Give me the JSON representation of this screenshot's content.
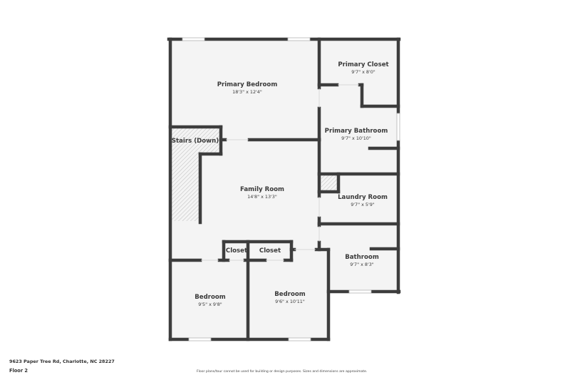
{
  "colors": {
    "wall": "#3d3d3d",
    "floor": "#f4f4f4",
    "window": "#ffffff",
    "hatch": "#bdbdbd",
    "text": "#3a3a3a"
  },
  "rooms": {
    "primary_bedroom": {
      "name": "Primary Bedroom",
      "dims": "18'3\" x 12'4\""
    },
    "primary_closet": {
      "name": "Primary Closet",
      "dims": "9'7\" x 8'0\""
    },
    "primary_bathroom": {
      "name": "Primary Bathroom",
      "dims": "9'7\" x 10'10\""
    },
    "stairs": {
      "name": "Stairs (Down)"
    },
    "family_room": {
      "name": "Family Room",
      "dims": "14'8\" x 13'3\""
    },
    "laundry_room": {
      "name": "Laundry Room",
      "dims": "9'7\" x 5'9\""
    },
    "bathroom": {
      "name": "Bathroom",
      "dims": "9'7\" x 8'3\""
    },
    "closet_1": {
      "name": "Closet"
    },
    "closet_2": {
      "name": "Closet"
    },
    "bedroom_1": {
      "name": "Bedroom",
      "dims": "9'5\" x 9'8\""
    },
    "bedroom_2": {
      "name": "Bedroom",
      "dims": "9'6\" x 10'11\""
    }
  },
  "footer": {
    "address": "9623 Paper Tree Rd, Charlotte, NC 28227",
    "floor": "Floor 2",
    "disclaimer": "Floor plans/tour cannot be used for building or design purposes. Sizes and dimensions are approximate."
  }
}
